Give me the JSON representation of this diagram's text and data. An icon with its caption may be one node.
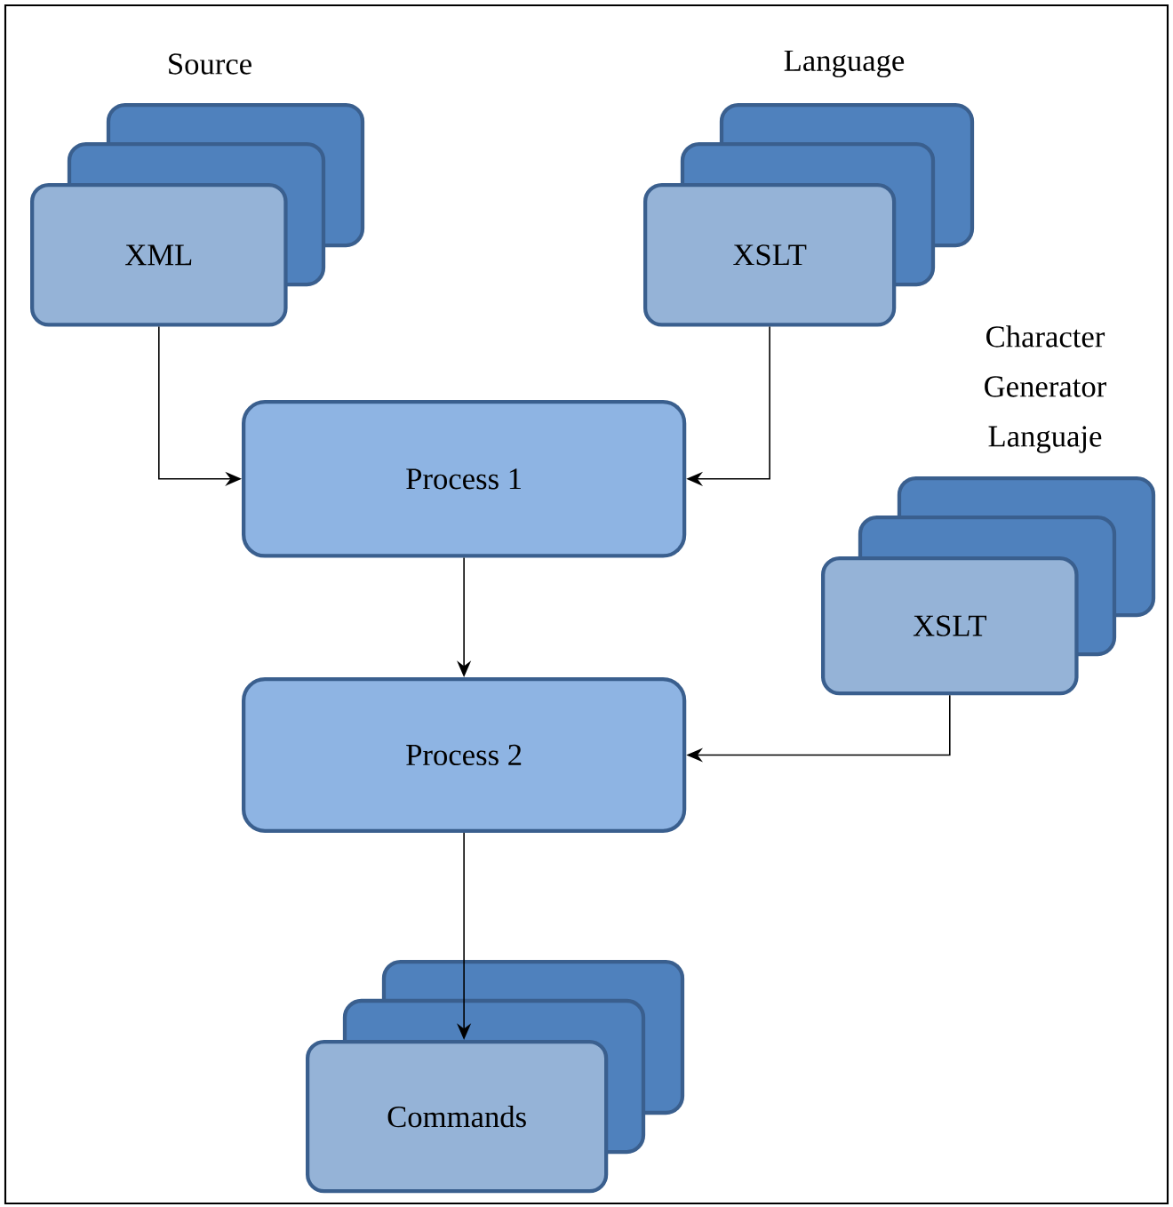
{
  "diagram": {
    "nodes": [
      {
        "text": [
          "Source",
          "XML"
        ]
      },
      {
        "text": [
          "Language",
          "XSLT"
        ]
      },
      {
        "text": [
          "Process 1"
        ]
      },
      {
        "text": [
          "Character Generator Languaje",
          "XSLT"
        ]
      },
      {
        "text": [
          "Process 2"
        ]
      },
      {
        "text": [
          "Commands"
        ]
      }
    ],
    "edges": [
      {
        "from": 0,
        "to": 2,
        "arrow": "to"
      },
      {
        "from": 1,
        "to": 2,
        "arrow": "to"
      },
      {
        "from": 2,
        "to": 4,
        "arrow": "to"
      },
      {
        "from": 3,
        "to": 4,
        "arrow": "to"
      },
      {
        "from": 4,
        "to": 5,
        "arrow": "to"
      }
    ]
  }
}
